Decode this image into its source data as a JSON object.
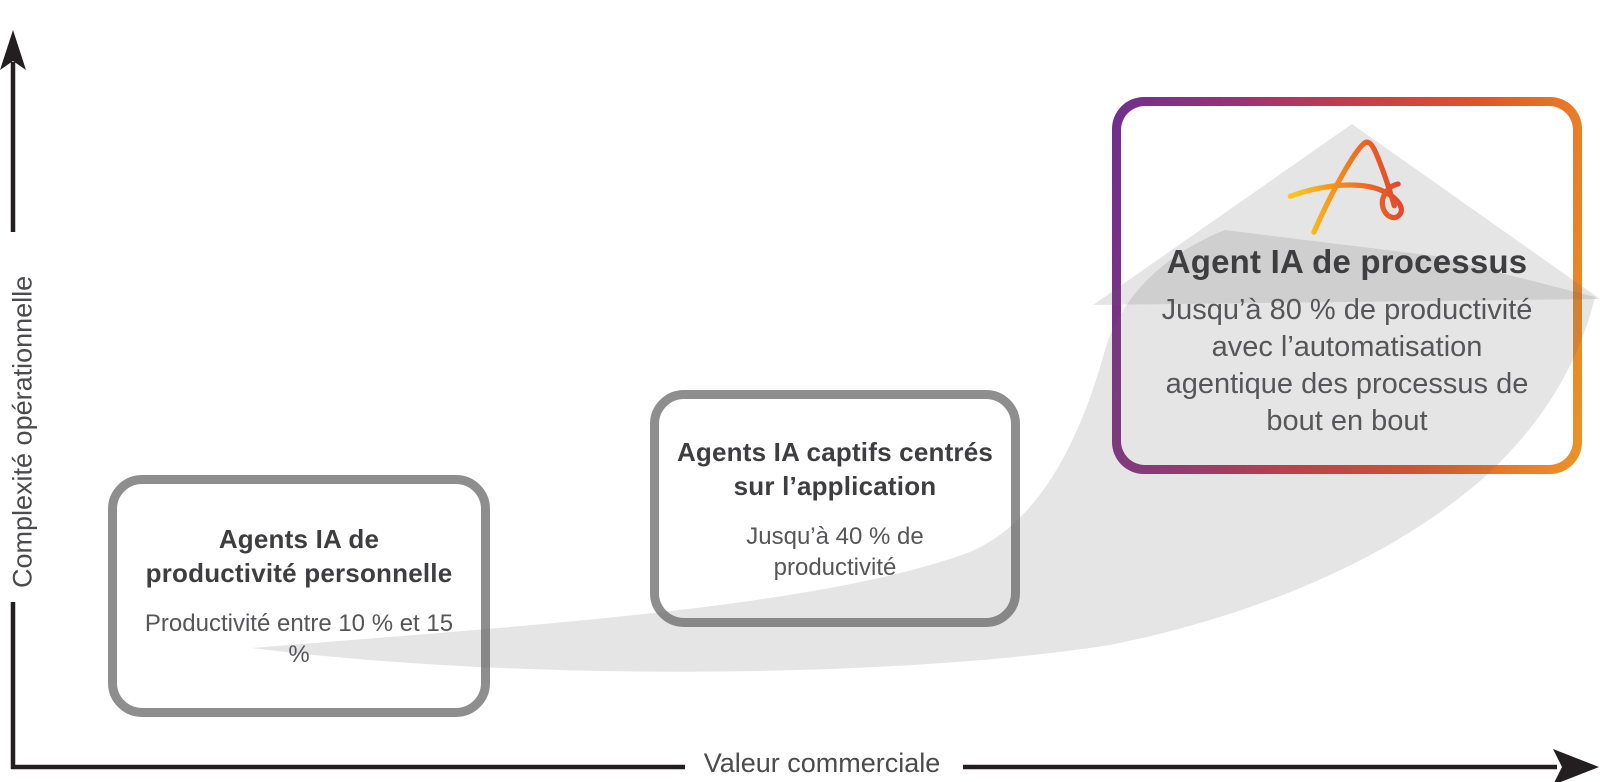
{
  "diagram": {
    "type": "positioning-diagram",
    "axes": {
      "y_label": "Complexité opérationnelle",
      "x_label": "Valeur commerciale",
      "axis_color": "#231f20",
      "label_color": "#4b4b4d"
    },
    "growth_arrow": {
      "description": "translucent gray swoosh arrow rising from lower-left card to upper-right card",
      "color": "#e5e5e5"
    },
    "cards": [
      {
        "id": "personal-productivity",
        "title_lines": [
          "Agents IA de",
          "productivité personnelle"
        ],
        "body_lines": [
          "Productivité entre 10 % et 15 %"
        ],
        "border_style": "gray",
        "position": "bottom-left"
      },
      {
        "id": "captive-app",
        "title_lines": [
          "Agents IA captifs centrés",
          "sur l’application"
        ],
        "body_lines": [
          "Jusqu’à 40 % de",
          "productivité"
        ],
        "border_style": "gray",
        "position": "middle"
      },
      {
        "id": "process-agent",
        "title_lines": [
          "Agent IA de processus"
        ],
        "body_lines": [
          "Jusqu’à 80 % de productivité",
          "avec l’automatisation",
          "agentique des processus de",
          "bout en bout"
        ],
        "border_style": "purple-orange-gradient",
        "logo": "automation-anywhere-a",
        "position": "top-right"
      }
    ],
    "colors": {
      "card_border_gray": "#8e8e8e",
      "title_text": "#3e3e40",
      "body_text": "#565658",
      "gradient_purple": "#6d2f90",
      "gradient_red": "#e2502c",
      "gradient_orange": "#e99427",
      "logo_yellow": "#f9c51d",
      "logo_orange": "#f28a1e",
      "logo_red": "#e2442d",
      "swoosh_gray": "#e5e5e5"
    }
  }
}
